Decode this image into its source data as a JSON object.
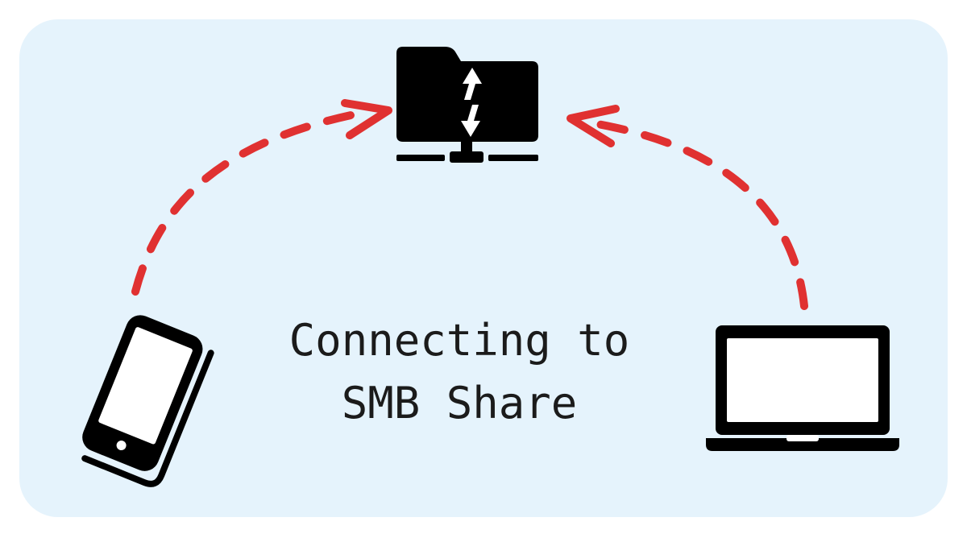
{
  "caption": {
    "line1": "Connecting to",
    "line2": "SMB Share"
  },
  "nodes": [
    {
      "id": "smb-share",
      "icon": "network-folder-transfer-icon"
    },
    {
      "id": "phone",
      "icon": "smartphone-icon"
    },
    {
      "id": "laptop",
      "icon": "laptop-icon"
    }
  ],
  "connections": [
    {
      "from": "phone",
      "to": "smb-share",
      "style": "dashed"
    },
    {
      "from": "laptop",
      "to": "smb-share",
      "style": "dashed"
    }
  ],
  "colors": {
    "panel_background": "#e5f3fc",
    "arrow": "#e03131",
    "icon": "#000000",
    "text": "#1b1b1b"
  }
}
